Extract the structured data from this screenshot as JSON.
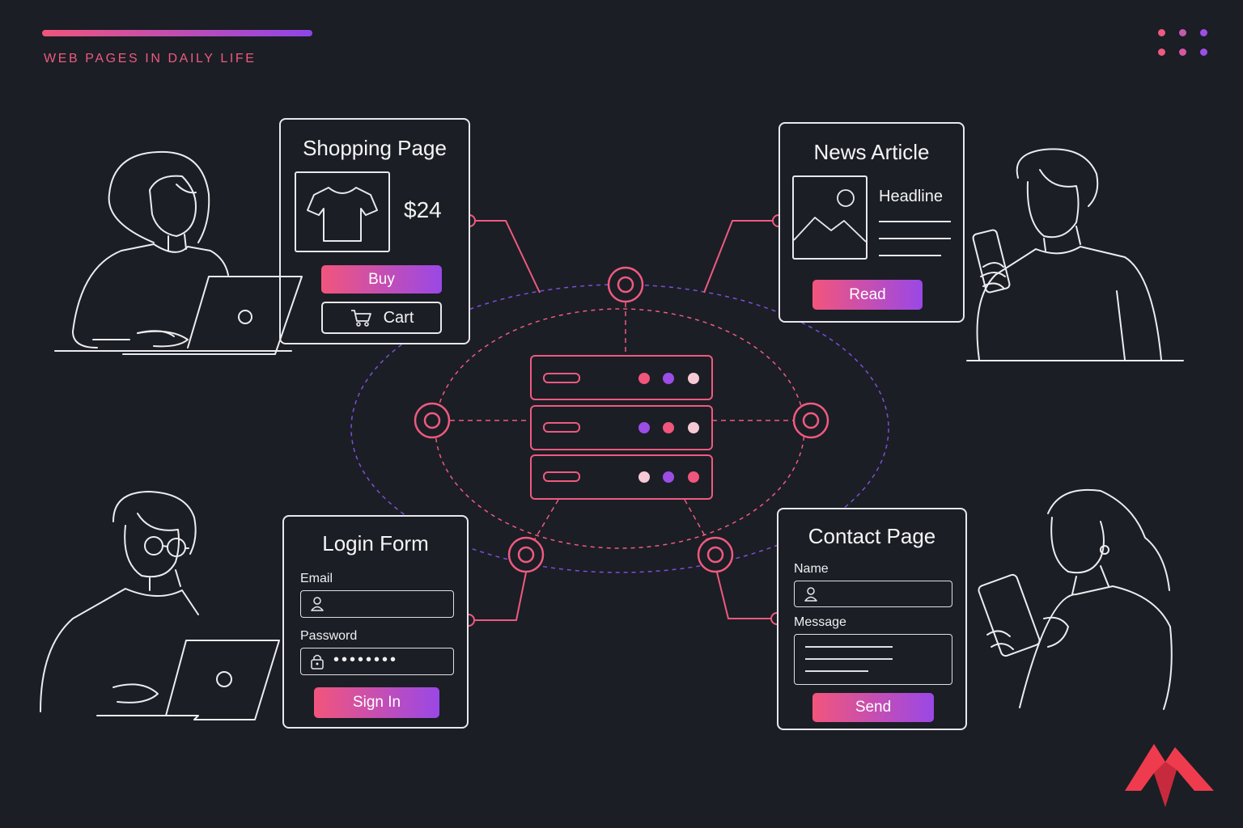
{
  "header": {
    "tagline": "WEB PAGES IN DAILY LIFE"
  },
  "colors": {
    "accent_pink": "#f0557b",
    "accent_purple": "#8f45e8",
    "background": "#1b1e25",
    "line": "#e8e8ec"
  },
  "shopping": {
    "title": "Shopping Page",
    "price": "$24",
    "buy_label": "Buy",
    "cart_label": "Cart",
    "product_icon": "tshirt-icon",
    "cart_icon": "cart-icon"
  },
  "news": {
    "title": "News Article",
    "headline": "Headline",
    "read_label": "Read",
    "image_icon": "image-placeholder-icon"
  },
  "login": {
    "title": "Login Form",
    "email_label": "Email",
    "password_label": "Password",
    "password_value": "••••••••",
    "signin_label": "Sign In",
    "user_icon": "user-icon",
    "lock_icon": "lock-icon"
  },
  "contact": {
    "title": "Contact Page",
    "name_label": "Name",
    "message_label": "Message",
    "send_label": "Send",
    "user_icon": "user-icon"
  },
  "center": {
    "icon": "server-stack-icon"
  }
}
